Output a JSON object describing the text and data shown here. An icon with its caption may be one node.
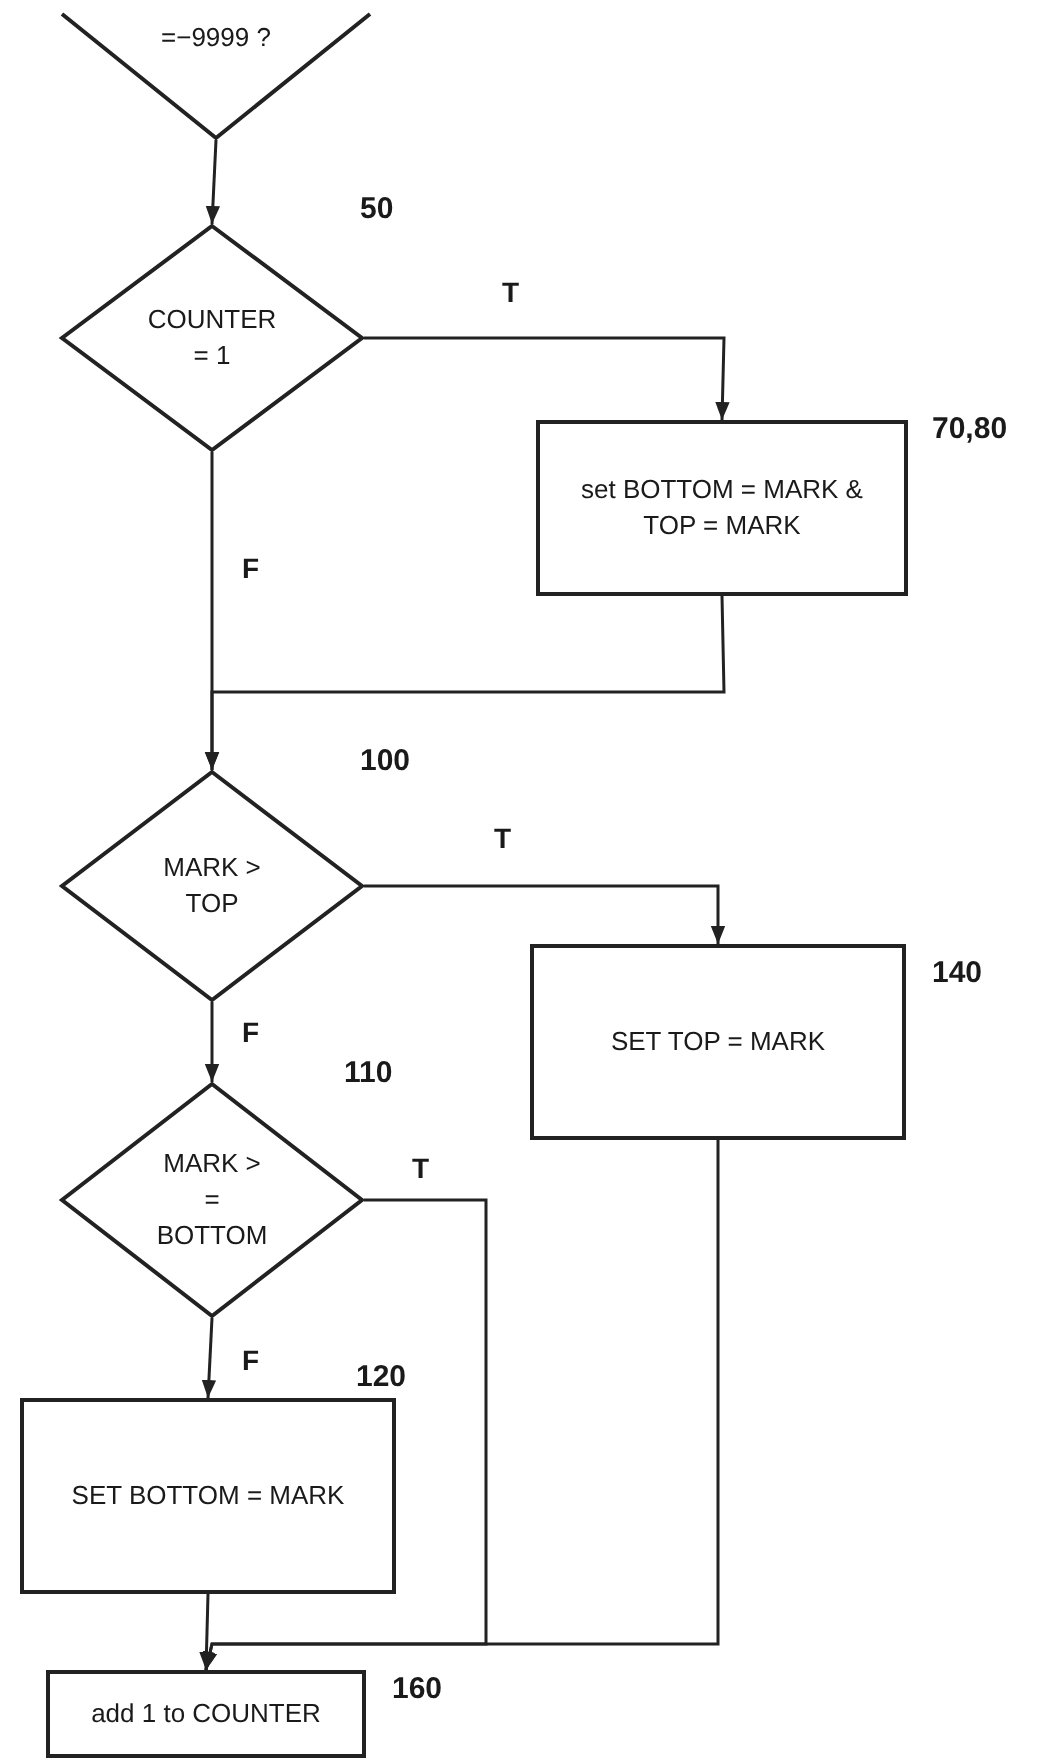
{
  "diagram": {
    "nodes": [
      {
        "text": [
          "=−9999 ?"
        ]
      },
      {
        "text": [
          "COUNTER = 1"
        ],
        "beside": [
          "50"
        ]
      },
      {
        "text": [
          "set BOTTOM = MARK & TOP = MARK"
        ],
        "beside": [
          "70,80"
        ]
      },
      {
        "text": [
          "MARK > TOP"
        ],
        "beside": [
          "100"
        ]
      },
      {
        "text": [
          "SET TOP = MARK"
        ],
        "beside": [
          "140"
        ]
      },
      {
        "text": [
          "MARK > = BOTTOM"
        ],
        "beside": [
          "110"
        ]
      },
      {
        "text": [
          "SET BOTTOM = MARK"
        ],
        "beside": [
          "120"
        ]
      },
      {
        "text": [
          "add 1 to COUNTER"
        ],
        "beside": [
          "160"
        ]
      }
    ],
    "edges": [
      {
        "from": 0,
        "to": 1,
        "arrow": "to"
      },
      {
        "from": 1,
        "to": 2,
        "arrow": "to",
        "label": "T"
      },
      {
        "from": 1,
        "to": 3,
        "arrow": "to",
        "label": "F"
      },
      {
        "from": 2,
        "to": 3,
        "arrow": "to"
      },
      {
        "from": 3,
        "to": 4,
        "arrow": "to",
        "label": "T"
      },
      {
        "from": 3,
        "to": 5,
        "arrow": "to",
        "label": "F"
      },
      {
        "from": 5,
        "to": 7,
        "arrow": "to",
        "label": "T"
      },
      {
        "from": 5,
        "to": 6,
        "arrow": "to",
        "label": "F"
      },
      {
        "from": 6,
        "to": 7,
        "arrow": "to"
      },
      {
        "from": 4,
        "to": 7,
        "arrow": "to"
      }
    ]
  }
}
